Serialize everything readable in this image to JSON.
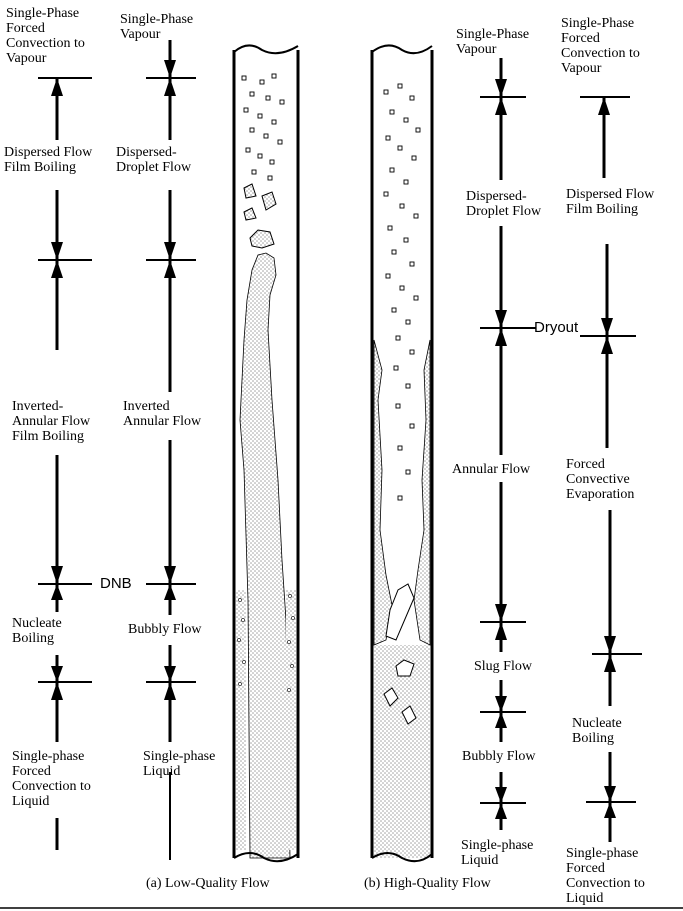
{
  "colors": {
    "ink": "#000000",
    "paper": "#ffffff",
    "dot": "#9a9a9a"
  },
  "col1": {
    "top": "Single-Phase\nForced\nConvection to\nVapour",
    "dispersed": "Dispersed Flow\nFilm Boiling",
    "inverted": "Inverted-\nAnnular Flow\nFilm Boiling",
    "nucleate": "Nucleate\nBoiling",
    "single": "Single-phase\nForced\nConvection to\nLiquid"
  },
  "col2": {
    "top": "Single-Phase\nVapour",
    "dispersed": "Dispersed-\nDroplet Flow",
    "inverted": "Inverted\nAnnular Flow",
    "bubbly": "Bubbly Flow",
    "single": "Single-phase\nLiquid"
  },
  "col3": {
    "top": "Single-Phase\nVapour",
    "dispersed": "Dispersed-\nDroplet Flow",
    "annular": "Annular Flow",
    "slug": "Slug Flow",
    "bubbly": "Bubbly Flow",
    "single": "Single-phase\nLiquid"
  },
  "col4": {
    "top": "Single-Phase\nForced\nConvection to\nVapour",
    "dispersed": "Dispersed Flow\nFilm Boiling",
    "forced": "Forced\nConvective\nEvaporation",
    "nucleate": "Nucleate\nBoiling",
    "single": "Single-phase\nForced\nConvection to\nLiquid"
  },
  "markers": {
    "dnb": "DNB",
    "dryout": "Dryout"
  },
  "captions": {
    "low": "(a) Low-Quality Flow",
    "high": "(b) High-Quality Flow"
  }
}
